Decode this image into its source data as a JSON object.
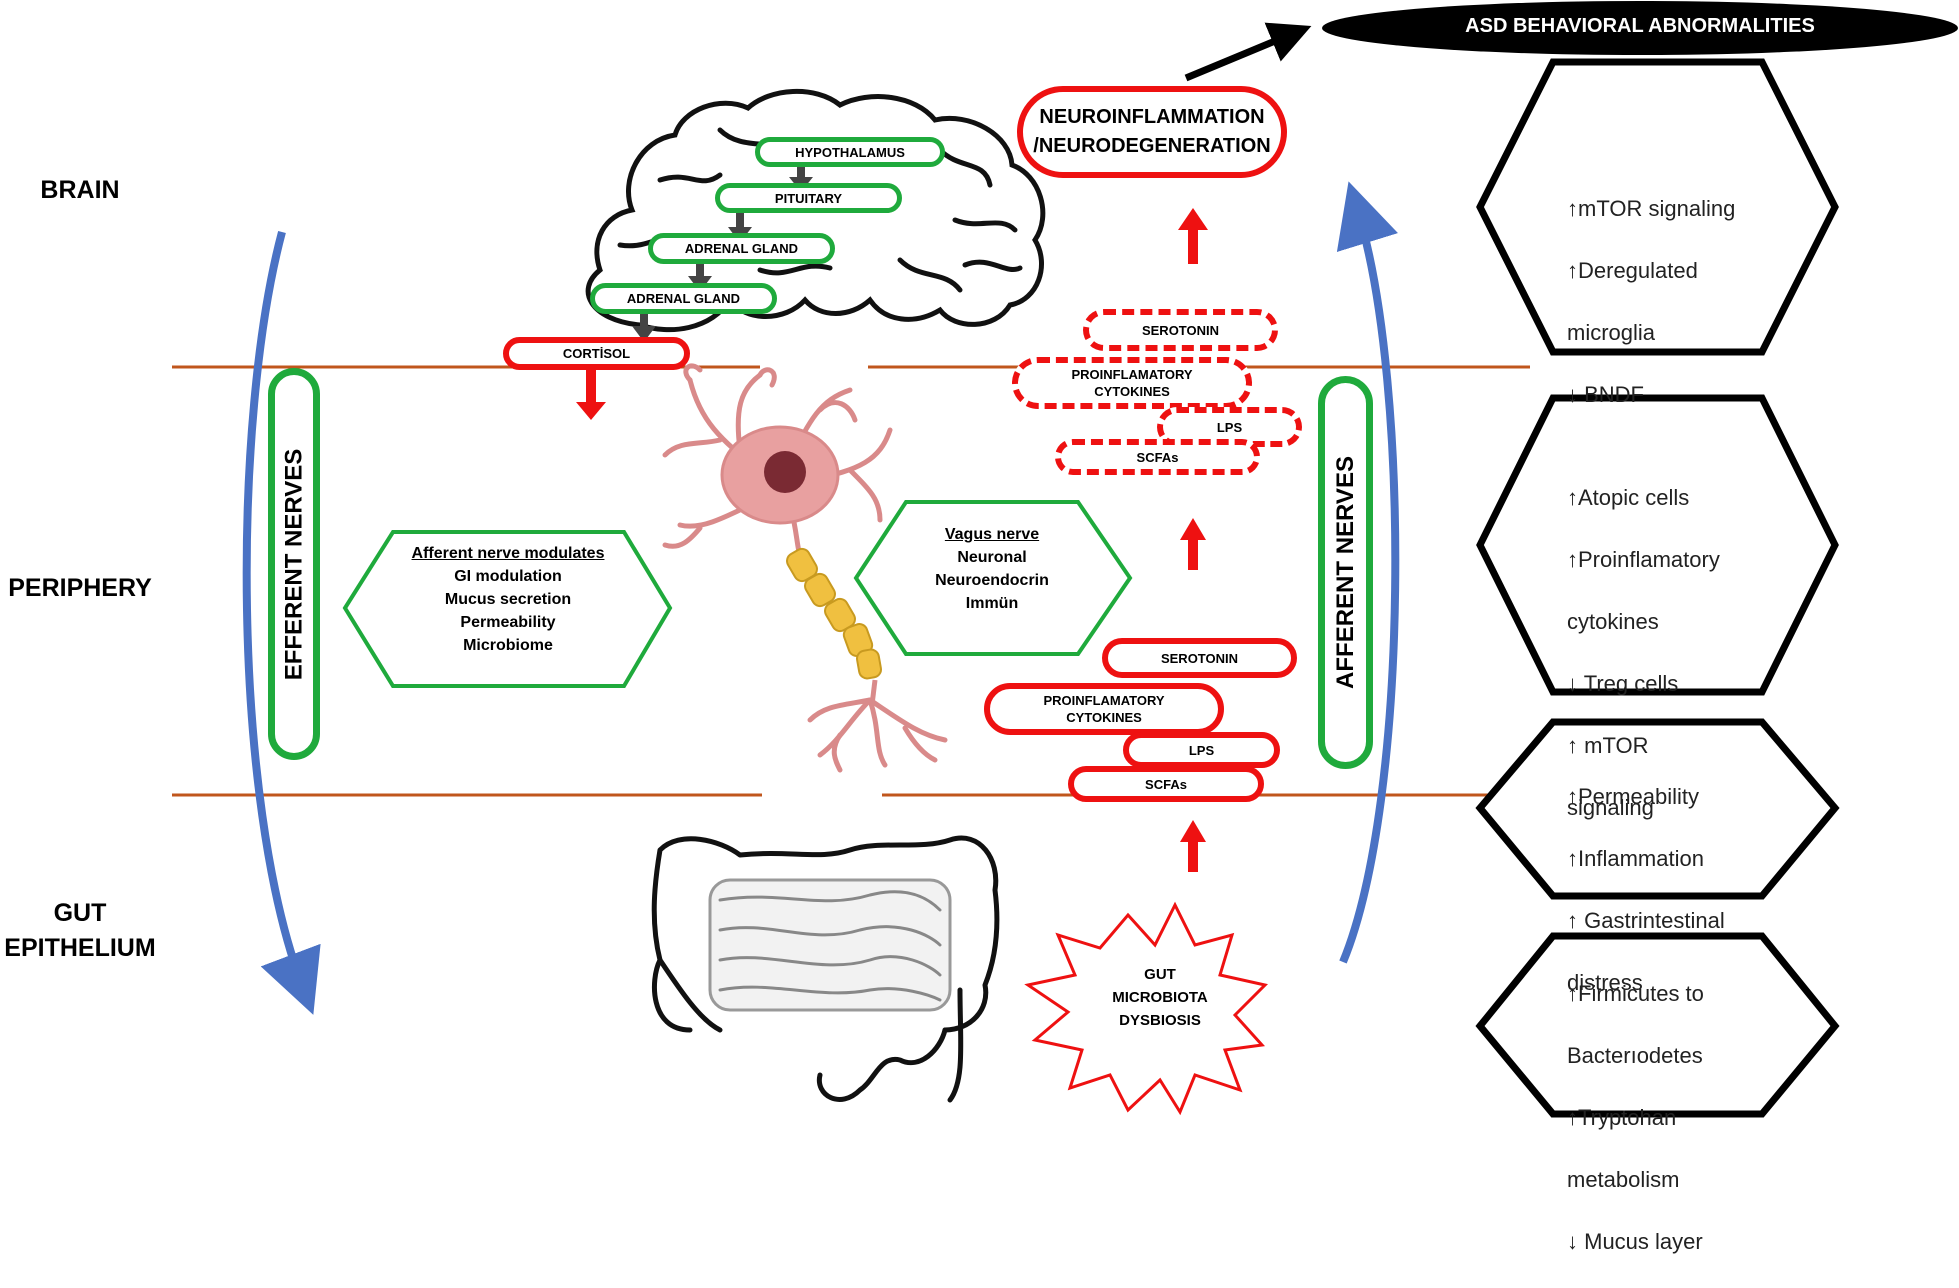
{
  "regions": {
    "brain": "BRAIN",
    "periphery": "PERIPHERY",
    "gut_line1": "GUT",
    "gut_line2": "EPITHELIUM"
  },
  "hpa_axis": {
    "hypothalamus": "HYPOTHALAMUS",
    "pituitary": "PITUITARY",
    "adrenal_1": "ADRENAL GLAND",
    "adrenal_2": "ADRENAL GLAND",
    "cortisol": "CORTİSOL"
  },
  "nerves": {
    "efferent": "EFFERENT NERVES",
    "afferent": "AFFERENT NERVES"
  },
  "afferent_box": {
    "title": "Afferent nerve modulates",
    "items": [
      "GI modulation",
      "Mucus secretion",
      "Permeability",
      "Microbiome"
    ]
  },
  "vagus_box": {
    "title": "Vagus nerve",
    "items": [
      "Neuronal",
      "Neuroendocrin",
      "Immün"
    ]
  },
  "neuroinflammation": {
    "line1": "NEUROINFLAMMATION",
    "line2": "/NEURODEGENERATION"
  },
  "upper_mediators": {
    "serotonin": "SEROTONIN",
    "cytokines_1": "PROINFLAMATORY",
    "cytokines_2": "CYTOKINES",
    "lps": "LPS",
    "scfas": "SCFAs"
  },
  "lower_mediators": {
    "serotonin": "SEROTONIN",
    "cytokines_1": "PROINFLAMATORY",
    "cytokines_2": "CYTOKINES",
    "lps": "LPS",
    "scfas": "SCFAs"
  },
  "dysbiosis": {
    "line1": "GUT",
    "line2": "MICROBIOTA",
    "line3": "DYSBIOSIS"
  },
  "asd_header": "ASD BEHAVIORAL ABNORMALITIES",
  "hexagons": [
    {
      "lines": [
        "↑mTOR signaling",
        "↑Deregulated",
        "microglia",
        "↓ BNDF"
      ]
    },
    {
      "lines": [
        "↑Atopic cells",
        "↑Proinflamatory",
        "cytokines",
        "↓ Treg cells",
        "↑ mTOR",
        "signaling"
      ]
    },
    {
      "lines": [
        "↑Permeability",
        "↑Inflammation",
        "↑ Gastrintestinal",
        "distress"
      ]
    },
    {
      "lines": [
        "↑Firmicutes to",
        "Bacterıodetes",
        "↑Tryptohan",
        "metabolism",
        "↓ Mucus layer"
      ]
    }
  ],
  "colors": {
    "green": "#1faa3c",
    "red": "#ee1111",
    "blue_arrow": "#4a72c4",
    "orange_line": "#c0561c",
    "neuron_pink": "#e8a0a0",
    "myelin_yellow": "#f0c040"
  }
}
